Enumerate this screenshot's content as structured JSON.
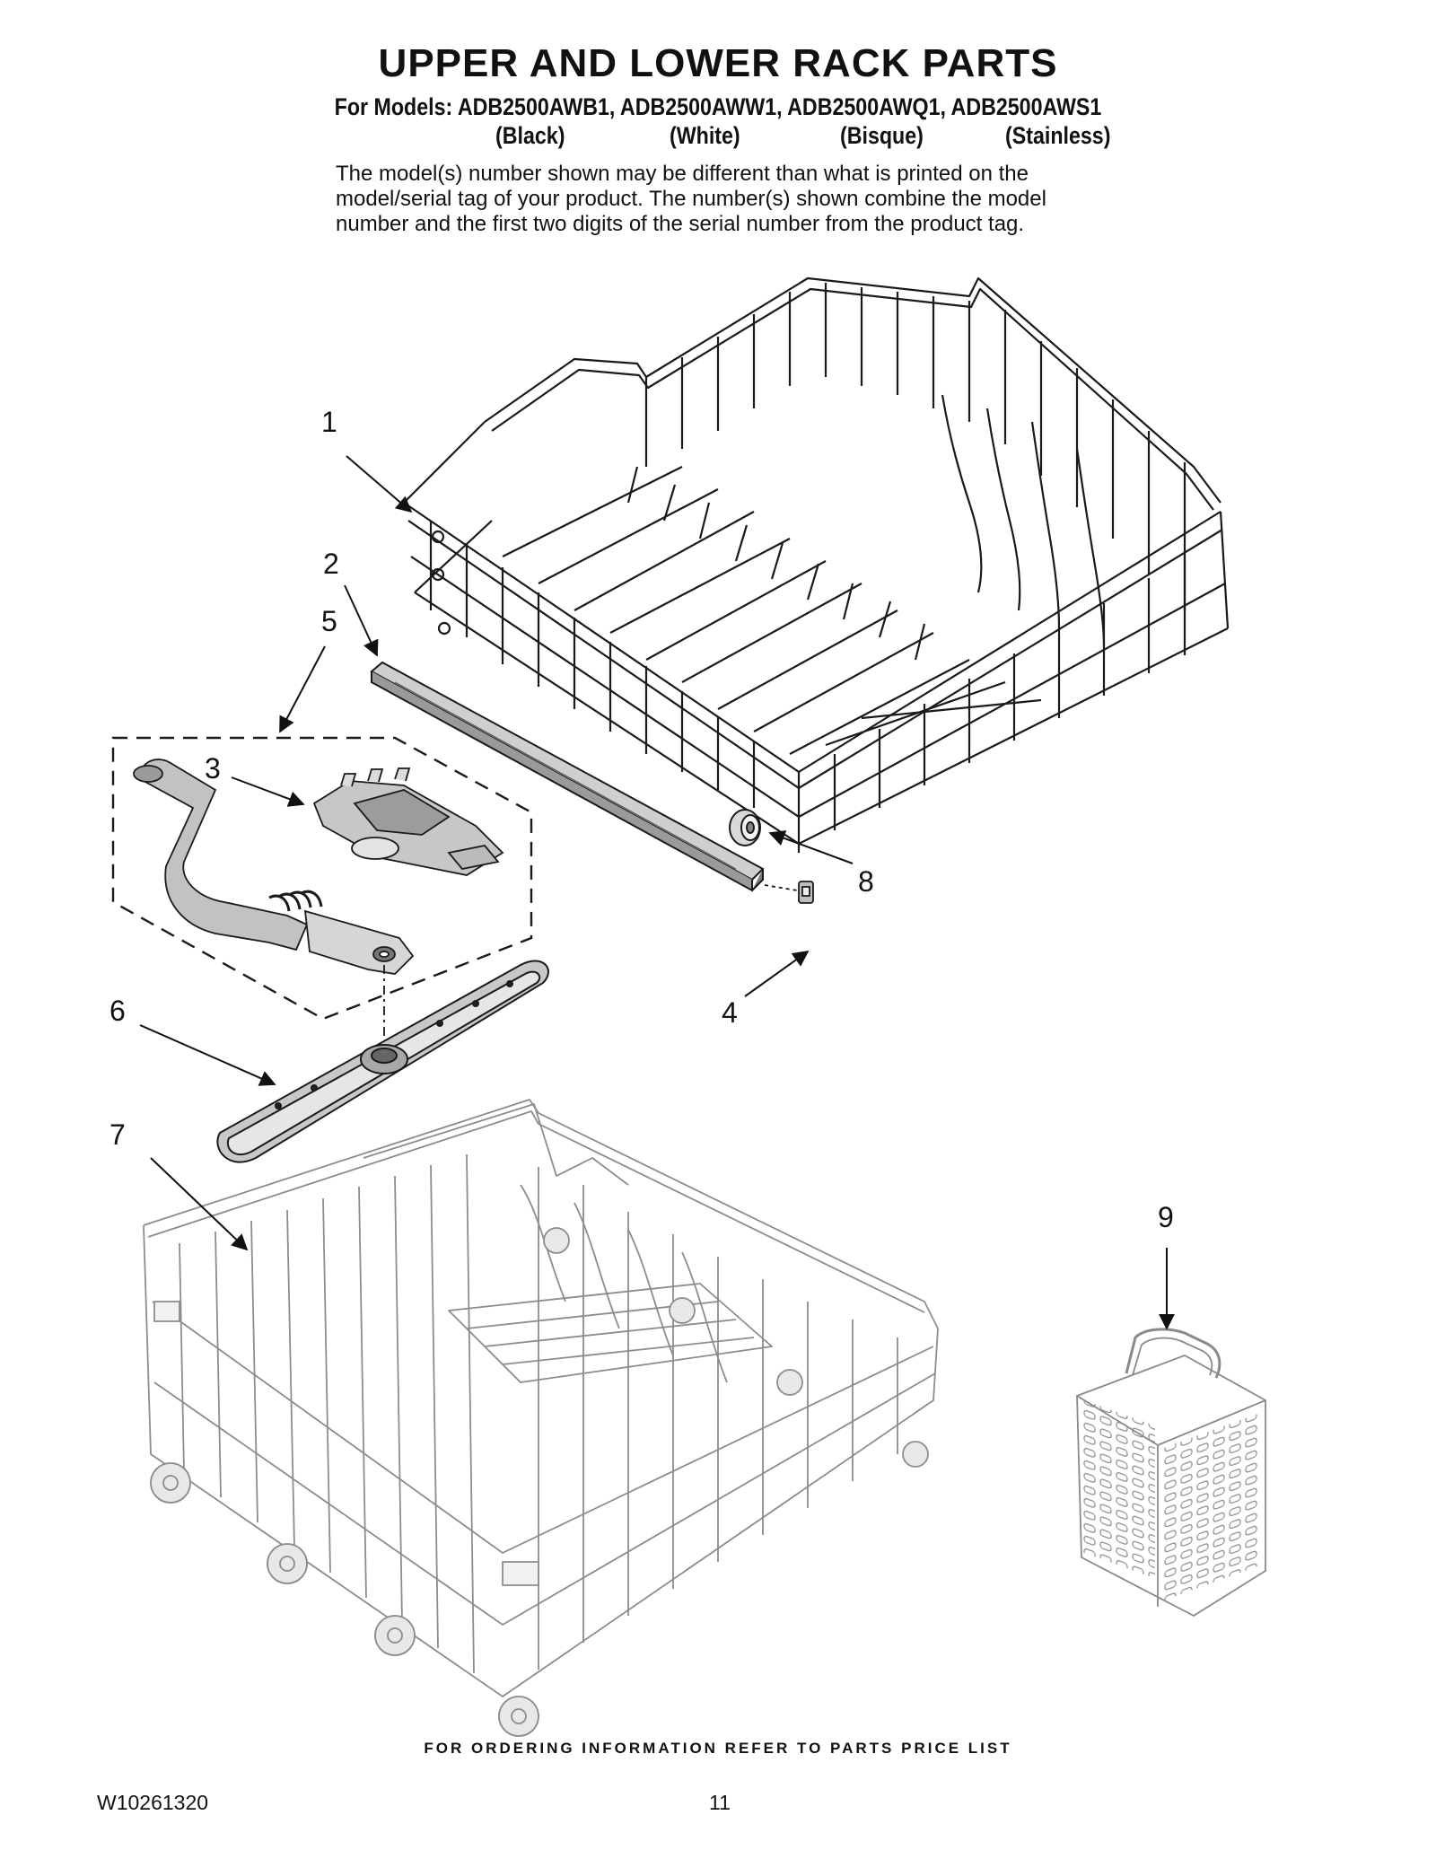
{
  "header": {
    "title": "UPPER AND LOWER RACK PARTS",
    "models": "For Models: ADB2500AWB1, ADB2500AWW1, ADB2500AWQ1, ADB2500AWS1",
    "colors": [
      "(Black)",
      "(White)",
      "(Bisque)",
      "(Stainless)"
    ]
  },
  "note": {
    "lines": [
      "The model(s) number shown may be different than what is printed on the",
      "model/serial tag of your product. The number(s) shown combine the model",
      "number and the first two digits of the serial number from the product tag."
    ]
  },
  "callouts": [
    "1",
    "2",
    "5",
    "3",
    "8",
    "4",
    "6",
    "7",
    "9"
  ],
  "footer": {
    "ordering": "FOR ORDERING INFORMATION REFER TO PARTS PRICE LIST",
    "doc_number": "W10261320",
    "page_number": "11"
  }
}
